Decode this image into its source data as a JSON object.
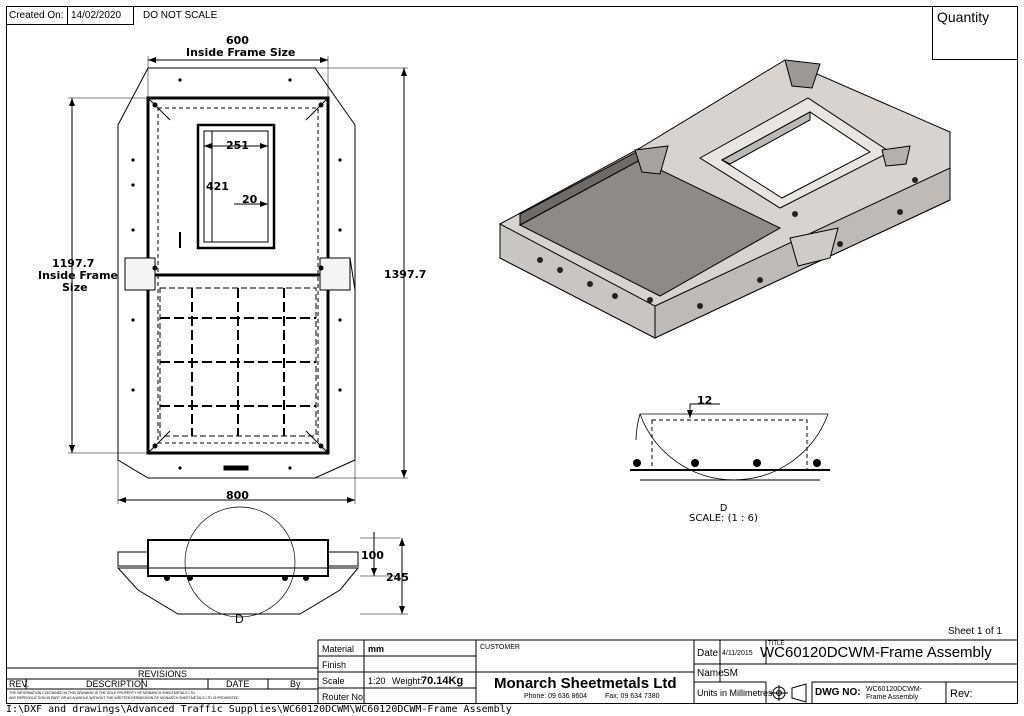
{
  "header": {
    "created_on_label": "Created On:",
    "created_on_value": "14/02/2020",
    "do_not_scale": "DO NOT SCALE",
    "quantity_label": "Quantity"
  },
  "dimensions": {
    "inside_width": "600",
    "inside_width_label": "Inside Frame Size",
    "inside_height": "1197.7",
    "inside_height_label_1": "Inside Frame",
    "inside_height_label_2": "Size",
    "overall_height": "1397.7",
    "overall_width": "800",
    "opening_width": "251",
    "opening_height": "421",
    "opening_offset": "20",
    "side_height_1": "100",
    "side_height_2": "245",
    "detail_marker": "D",
    "detail_thickness": "12",
    "detail_title": "D",
    "detail_scale": "SCALE: (1 : 6)"
  },
  "title_block": {
    "sheet": "Sheet 1 of 1",
    "revisions_title": "REVISIONS",
    "rev_col": "REV.",
    "description_col": "DESCRIPTION",
    "date_col": "DATE",
    "by_col": "By",
    "disclaimer_1": "THE INFORMATION CONTAINED IN THIS DRAWING IS THE SOLE PROPERTY OF MONARCH SHEETMETALS LTD.",
    "disclaimer_2": "ANY REPRODUCTION IN PART OR AS A WHOLE WITHOUT THE WRITTEN PERMISSION OF MONARCH SHEETMETALS LTD IS PROHIBITED",
    "material_label": "Material",
    "material_value": "mm",
    "finish_label": "Finish",
    "scale_label": "Scale",
    "scale_value": "1:20",
    "weight_label": "Weight:",
    "weight_value": "70.14Kg",
    "router_label": "Router No:",
    "customer_label": "CUSTOMER",
    "company": "Monarch Sheetmetals Ltd",
    "phone": "Phone: 09 636 8604",
    "fax": "Fax: 09 634 7380",
    "date_label": "Date",
    "date_value": "4/11/2015",
    "title_label": "TITLE",
    "title_value": "WC60120DCWM-Frame Assembly",
    "name_label": "Name",
    "name_value": "SM",
    "units_label": "Units in Millimetres",
    "dwg_label": "DWG NO:",
    "dwg_value_1": "WC60120DCWM-",
    "dwg_value_2": "Frame Assembly",
    "rev_label": "Rev:"
  },
  "file_path": "I:\\DXF and drawings\\Advanced Traffic Supplies\\WC60120DCWM\\WC60120DCWM-Frame Assembly"
}
